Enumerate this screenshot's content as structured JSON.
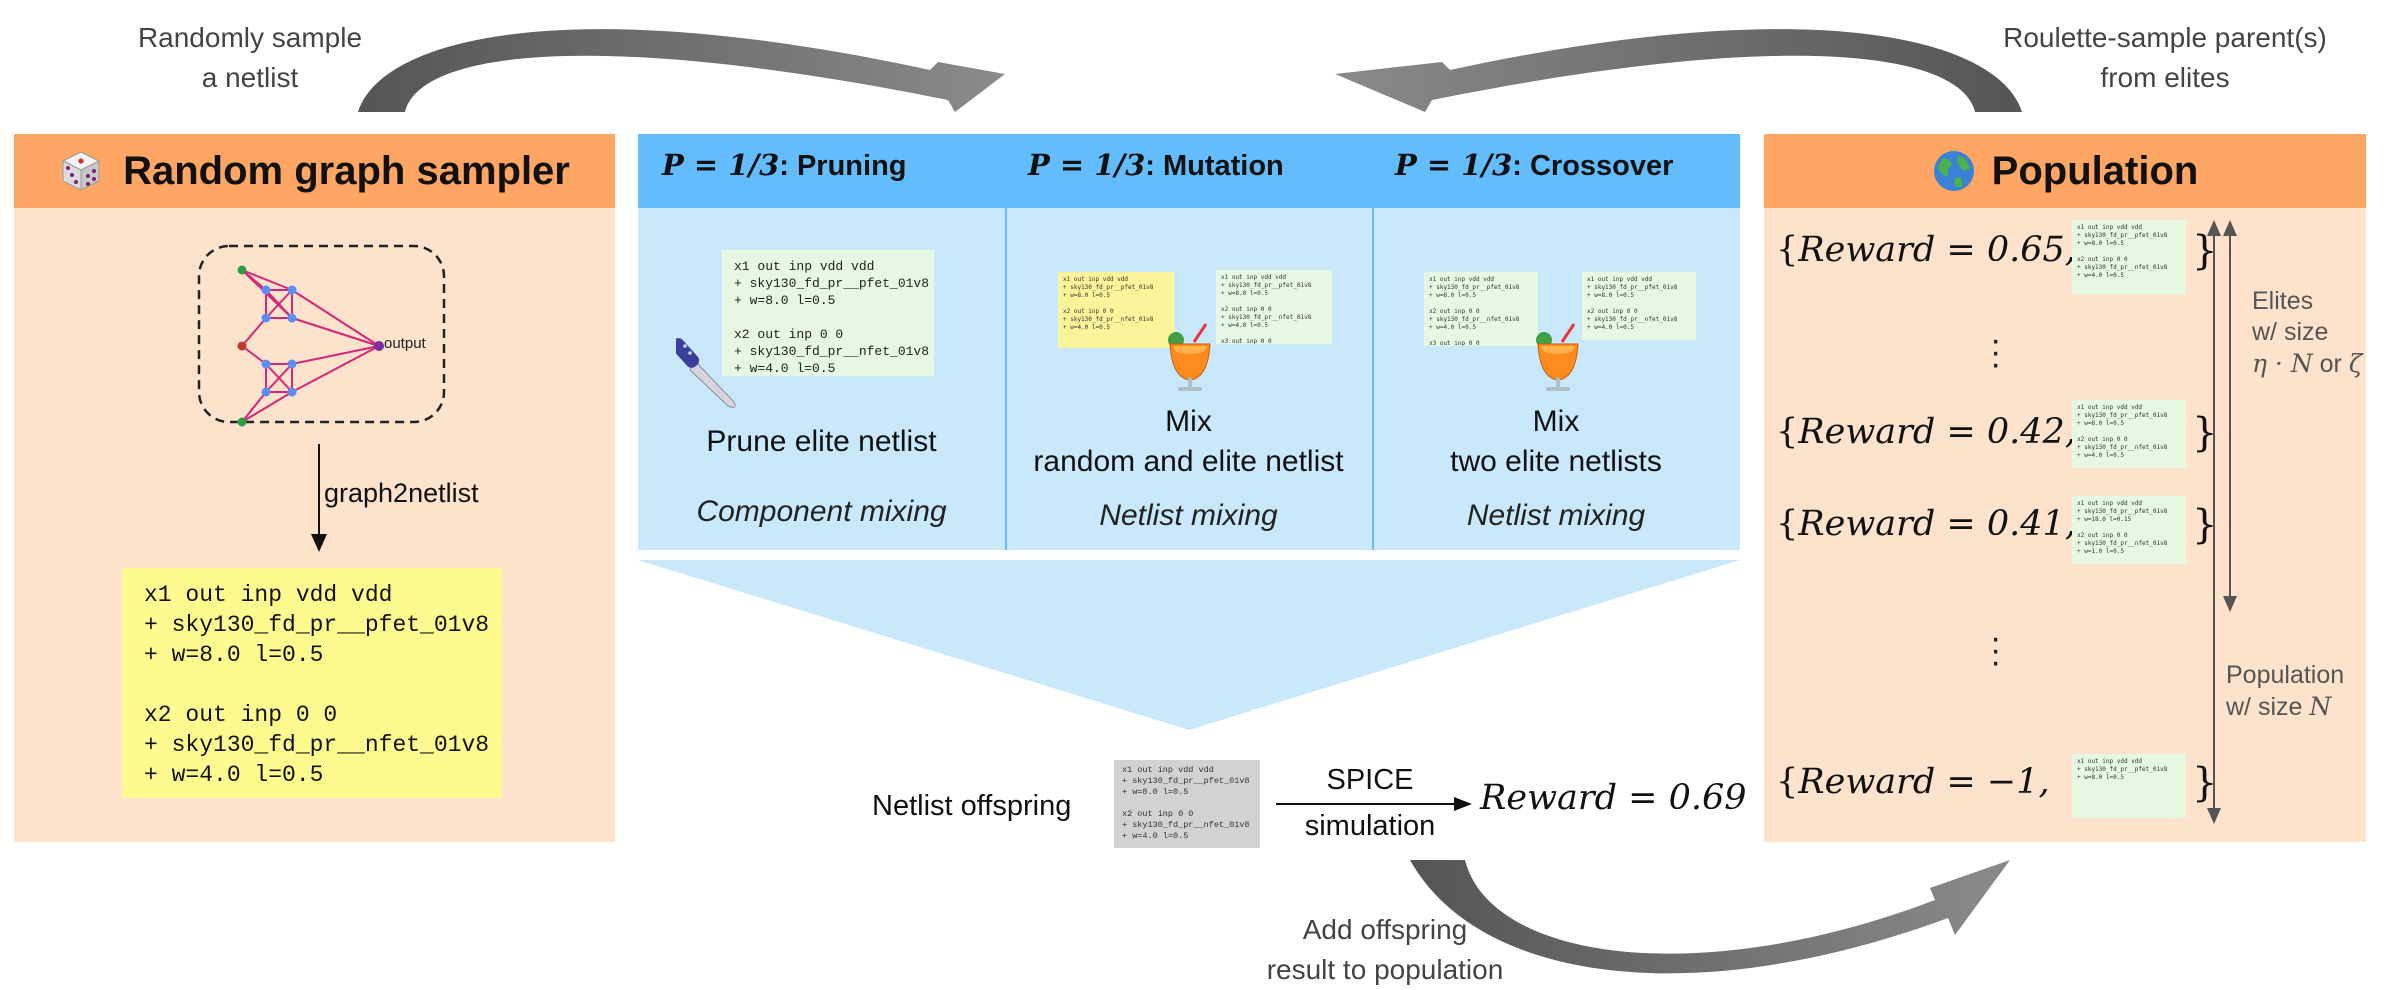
{
  "captions": {
    "left_top": [
      "Randomly sample",
      "a netlist"
    ],
    "right_top": [
      "Roulette-sample parent(s)",
      "from elites"
    ],
    "bottom": [
      "Add offspring",
      "result to population"
    ]
  },
  "sampler": {
    "title": "Random graph sampler",
    "icon": "dice-icon",
    "graph_output_label": "output",
    "arrow_label": "graph2netlist",
    "netlist": "x1 out inp vdd vdd\n+ sky130_fd_pr__pfet_01v8\n+ w=8.0 l=0.5\n\nx2 out inp 0 0\n+ sky130_fd_pr__nfet_01v8\n+ w=4.0 l=0.5"
  },
  "operators": [
    {
      "prob": "P = 1/3",
      "name": ": Pruning",
      "icon": "knife-icon",
      "netlist": "x1 out inp vdd vdd\n+ sky130_fd_pr__pfet_01v8\n+ w=8.0 l=0.5\n\nx2 out inp 0 0\n+ sky130_fd_pr__nfet_01v8\n+ w=4.0 l=0.5",
      "label": [
        "Prune elite netlist"
      ],
      "mixing": "Component mixing"
    },
    {
      "prob": "P = 1/3",
      "name": ": Mutation",
      "icon": "cocktail-icon",
      "label": [
        "Mix",
        "random and elite netlist"
      ],
      "mixing": "Netlist mixing"
    },
    {
      "prob": "P = 1/3",
      "name": ": Crossover",
      "icon": "cocktail-icon",
      "label": [
        "Mix",
        "two elite netlists"
      ],
      "mixing": "Netlist mixing"
    }
  ],
  "offspring": {
    "label": "Netlist offspring",
    "netlist": "x1 out inp vdd vdd\n+ sky130_fd_pr__pfet_01v8\n+ w=8.0 l=0.5\n\nx2 out inp 0 0\n+ sky130_fd_pr__nfet_01v8\n+ w=4.0 l=0.5",
    "sim_top": "SPICE",
    "sim_bottom": "simulation",
    "reward": "Reward = 0.69"
  },
  "population": {
    "title": "Population",
    "icon": "globe-icon",
    "rows": [
      {
        "reward": "Reward = 0.65,"
      },
      {
        "reward": "Reward = 0.42,"
      },
      {
        "reward": "Reward = 0.41,"
      },
      {
        "reward": "Reward = −1,"
      }
    ],
    "mini_netlists": {
      "r1": "x1 out inp vdd vdd\n+ sky130_fd_pr__pfet_01v8\n+ w=8.0 l=0.5\n\nx2 out inp 0 0\n+ sky130_fd_pr__nfet_01v8\n+ w=4.0 l=0.5",
      "r2": "x1 out inp vdd vdd\n+ sky130_fd_pr__pfet_01v8\n+ w=8.0 l=0.5\n\nx2 out inp 0 0\n+ sky130_fd_pr__nfet_01v8\n+ w=4.0 l=0.5",
      "r3": "x1 out inp vdd vdd\n+ sky130_fd_pr__pfet_01v8\n+ w=18.0 l=0.15\n\nx2 out inp 0 0\n+ sky130_fd_pr__nfet_01v8\n+ w=1.0 l=0.5",
      "r4": "x1 out inp vdd vdd\n+ sky130_fd_pr__pfet_01v8\n+ w=8.0 l=0.5"
    },
    "elites_label": [
      "Elites",
      "w/ size"
    ],
    "elites_formula": "η · N",
    "elites_or": " or ",
    "elites_zeta": "ζ",
    "pop_label": [
      "Population",
      "w/ size "
    ],
    "pop_n": "N"
  },
  "mutation_minis": {
    "yellow": "x1 out inp vdd vdd\n+ sky130_fd_pr__pfet_01v8\n+ w=8.0 l=0.5\n\nx2 out inp 0 0\n+ sky130_fd_pr__nfet_01v8\n+ w=4.0 l=0.5",
    "green": "x1 out inp vdd vdd\n+ sky130_fd_pr__pfet_01v8\n+ w=8.0 l=0.5\n\nx2 out inp 0 0\n+ sky130_fd_pr__nfet_01v8\n+ w=4.0 l=0.5\n\nx3 out inp 0 0\n+ sky130_fd_pr__nfet_01v8\n+ w=4.0 l=0.5"
  },
  "crossover_minis": {
    "left": "x1 out inp vdd vdd\n+ sky130_fd_pr__pfet_01v8\n+ w=8.0 l=0.5\n\nx2 out inp 0 0\n+ sky130_fd_pr__nfet_01v8\n+ w=4.0 l=0.5\n\nx3 out inp 0 0\n+ sky130_fd_pr__nfet_01v8\n+ w=4.0 l=0.5",
    "right": "x1 out inp vdd vdd\n+ sky130_fd_pr__pfet_01v8\n+ w=8.0 l=0.5\n\nx2 out inp 0 0\n+ sky130_fd_pr__nfet_01v8\n+ w=4.0 l=0.5"
  },
  "colors": {
    "orange_header": "#ffa664",
    "orange_body": "#fde3cc",
    "blue_header": "#63bdfc",
    "blue_body": "#c9e8fc",
    "arrow_gray": "#6b6b6b",
    "graph_edge": "#d6267a",
    "graph_node": "#5b8ef0",
    "netlist_yellow": "#fdfb8f",
    "netlist_green": "#e6f8e1"
  }
}
